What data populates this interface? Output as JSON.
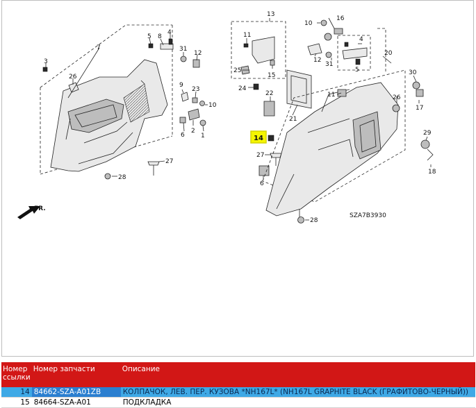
{
  "diagram": {
    "drawing_code": "SZA7B3930",
    "front_label": "FR.",
    "highlighted_callout": "14",
    "callouts": [
      {
        "id": "c1",
        "text": "1"
      },
      {
        "id": "c2",
        "text": "2"
      },
      {
        "id": "c3",
        "text": "3"
      },
      {
        "id": "c4",
        "text": "4"
      },
      {
        "id": "c4b",
        "text": "4"
      },
      {
        "id": "c5",
        "text": "5"
      },
      {
        "id": "c5b",
        "text": "5"
      },
      {
        "id": "c6",
        "text": "6"
      },
      {
        "id": "c6b",
        "text": "6"
      },
      {
        "id": "c7",
        "text": "7"
      },
      {
        "id": "c8",
        "text": "8"
      },
      {
        "id": "c9",
        "text": "9"
      },
      {
        "id": "c10",
        "text": "10"
      },
      {
        "id": "c10b",
        "text": "10"
      },
      {
        "id": "c11",
        "text": "11"
      },
      {
        "id": "c11b",
        "text": "11"
      },
      {
        "id": "c12",
        "text": "12"
      },
      {
        "id": "c12b",
        "text": "12"
      },
      {
        "id": "c13",
        "text": "13"
      },
      {
        "id": "c14",
        "text": "14"
      },
      {
        "id": "c15",
        "text": "15"
      },
      {
        "id": "c16",
        "text": "16"
      },
      {
        "id": "c17",
        "text": "17"
      },
      {
        "id": "c18",
        "text": "18"
      },
      {
        "id": "c20",
        "text": "20"
      },
      {
        "id": "c21",
        "text": "21"
      },
      {
        "id": "c22",
        "text": "22"
      },
      {
        "id": "c23",
        "text": "23"
      },
      {
        "id": "c24",
        "text": "24"
      },
      {
        "id": "c25",
        "text": "25"
      },
      {
        "id": "c26",
        "text": "26"
      },
      {
        "id": "c26b",
        "text": "26"
      },
      {
        "id": "c27",
        "text": "27"
      },
      {
        "id": "c27b",
        "text": "27"
      },
      {
        "id": "c28",
        "text": "28"
      },
      {
        "id": "c28b",
        "text": "28"
      },
      {
        "id": "c29",
        "text": "29"
      },
      {
        "id": "c30",
        "text": "30"
      },
      {
        "id": "c31",
        "text": "31"
      },
      {
        "id": "c31b",
        "text": "31"
      }
    ]
  },
  "table": {
    "headers": {
      "number": "Номер ссылки",
      "part_number": "Номер запчасти",
      "description": "Описание"
    },
    "rows": [
      {
        "ref": "14",
        "part_number": "84662-SZA-A01ZB",
        "description": "КОЛПАЧОК, ЛЕВ. ПЕР. КУЗОВА *NH167L* (NH167L GRAPHITE BLACK (ГРАФИТОВО-ЧЕРНЫЙ))",
        "selected": true
      },
      {
        "ref": "15",
        "part_number": "84664-SZA-A01",
        "description": "ПОДКЛАДКА",
        "selected": false
      }
    ]
  },
  "colors": {
    "header_bg": "#d21716",
    "selected_row": "#3ea9e6",
    "highlight_box": "#f5f500"
  }
}
